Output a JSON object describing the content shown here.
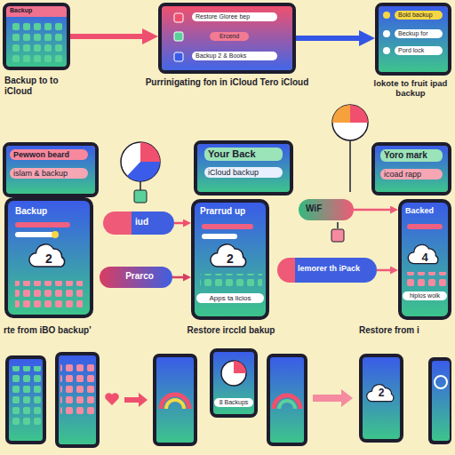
{
  "diagram": {
    "nodes": [
      {
        "text": [
          "Backup",
          "Backup to to iCloud"
        ]
      },
      {
        "text": [
          "Restore Gloree bep",
          "Ercend",
          "Backup 2 & Books",
          "Purrinigating fon in iCloud Tero iCloud"
        ]
      },
      {
        "text": [
          "Bold backup",
          "Beckup for",
          "Pord lock",
          "lokote to fruit ipad backup"
        ]
      },
      {
        "text": [
          "Pewwon beard",
          "islam & backup"
        ]
      },
      {
        "text": [
          "Backup",
          "2"
        ]
      },
      {
        "text": [
          "Your Back",
          "iCloud backup"
        ]
      },
      {
        "text": [
          "Prarrud up",
          "2",
          "Apps ta licios"
        ]
      },
      {
        "text": [
          "Yoro mark",
          "icoad rapp"
        ]
      },
      {
        "text": [
          "Backed",
          "4",
          "hiplos wolk"
        ]
      },
      {
        "text": [
          "iud"
        ]
      },
      {
        "text": [
          "Prarco"
        ]
      },
      {
        "text": [
          "WiF"
        ]
      },
      {
        "text": [
          "lemorer th iPack"
        ]
      },
      {
        "text": [
          "8 Backups"
        ]
      },
      {
        "text": [
          "2"
        ]
      }
    ],
    "edges": [
      {
        "from": 0,
        "to": 1,
        "arrow": "to"
      },
      {
        "from": 1,
        "to": 2,
        "arrow": "to"
      },
      {
        "from": 9,
        "to": 6,
        "arrow": "to"
      },
      {
        "from": 10,
        "to": 6,
        "arrow": "to"
      },
      {
        "from": 11,
        "to": 8,
        "arrow": "to"
      },
      {
        "from": 12,
        "to": 8,
        "arrow": "to"
      }
    ],
    "labels": [
      "rte from iBO backup'",
      "Restore irccld bakup",
      "Restore from i"
    ]
  }
}
